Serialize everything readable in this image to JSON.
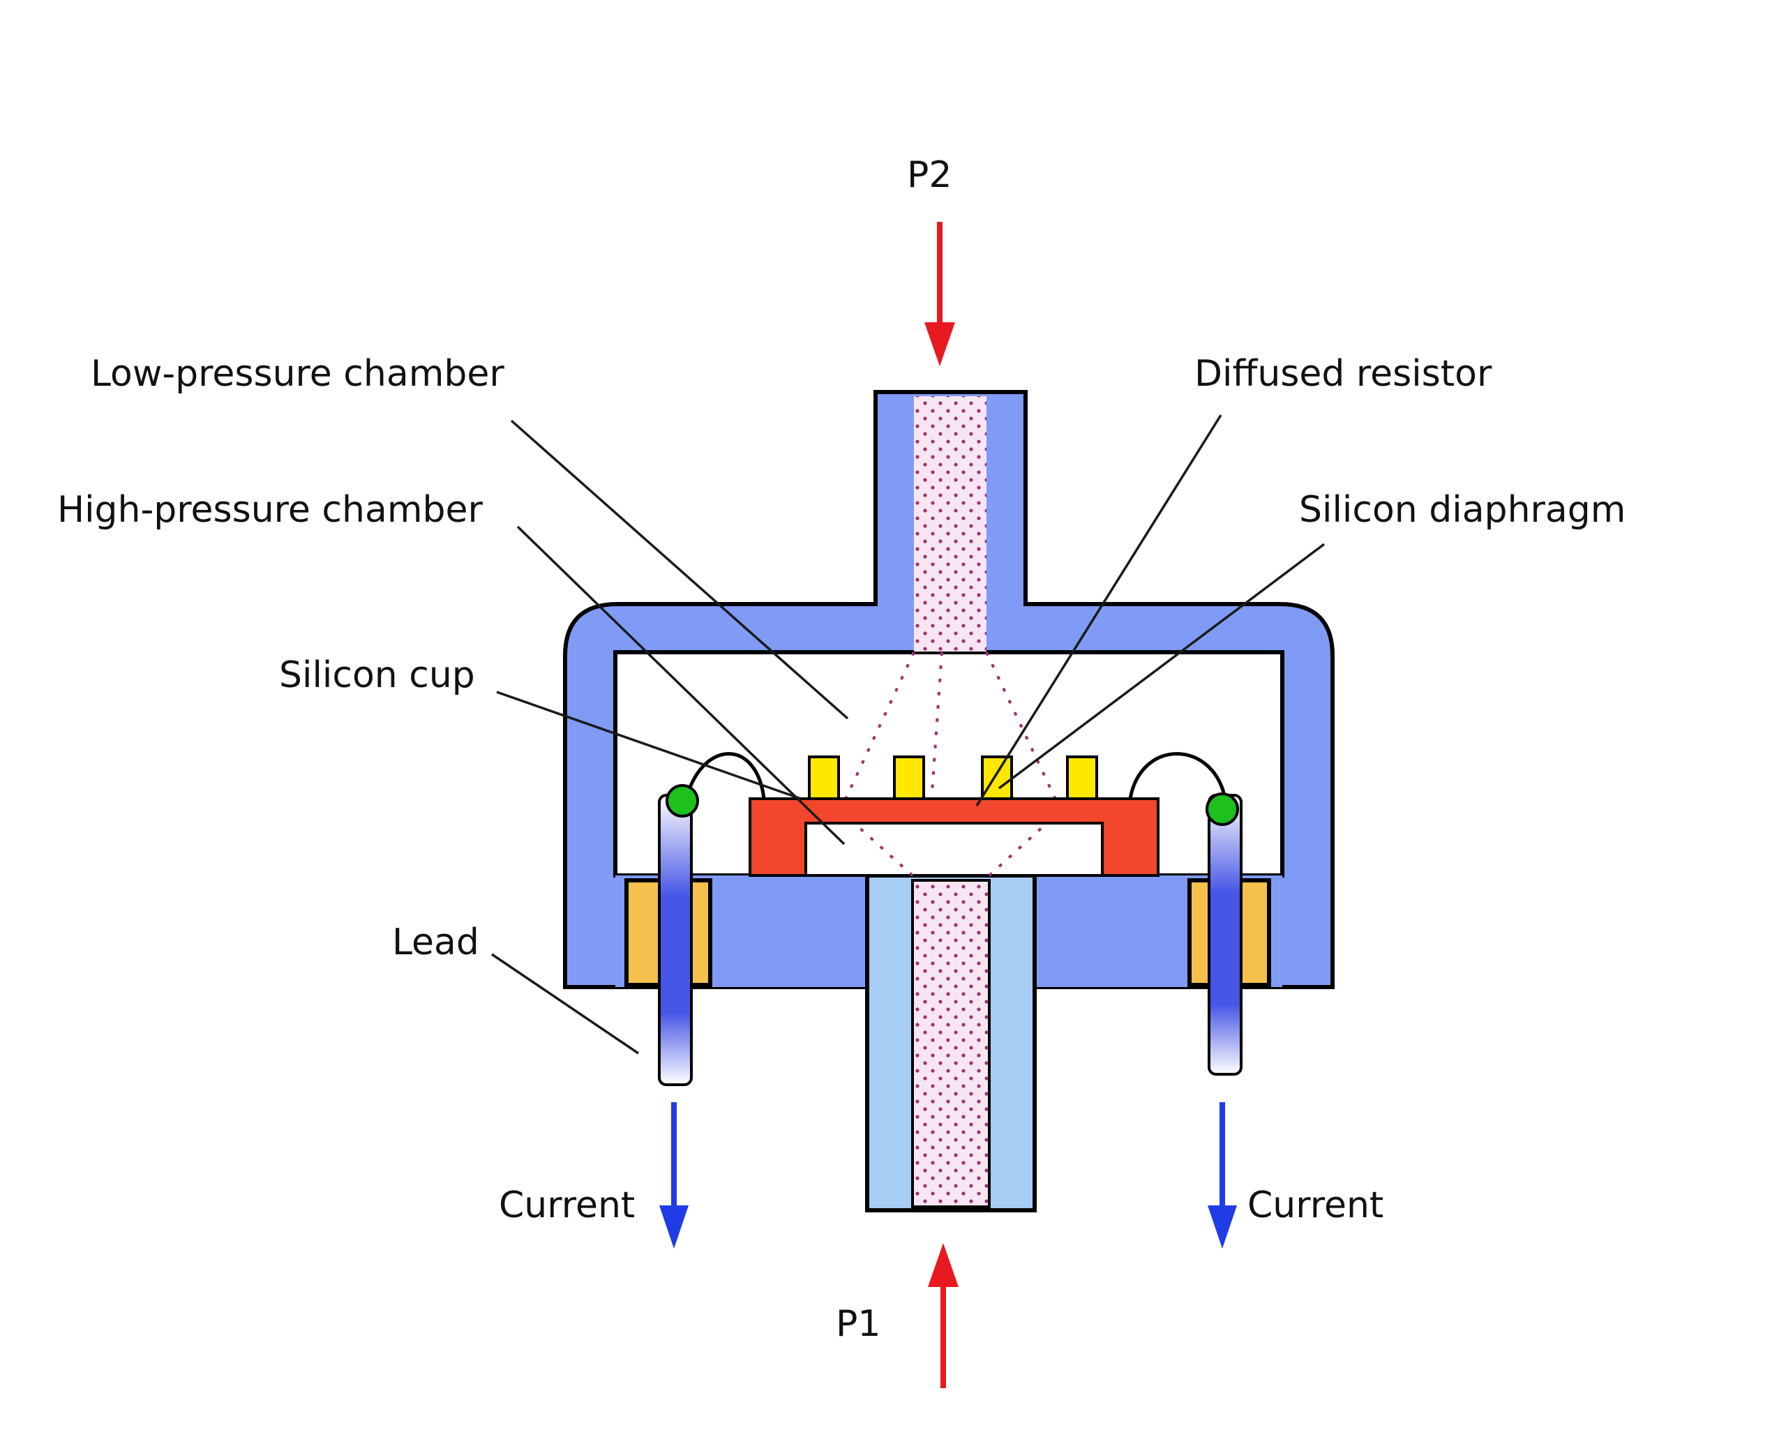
{
  "labels": {
    "p2": "P2",
    "p1": "P1",
    "low_pressure_chamber": "Low-pressure chamber",
    "high_pressure_chamber": "High-pressure chamber",
    "silicon_cup": "Silicon cup",
    "lead": "Lead",
    "diffused_resistor": "Diffused resistor",
    "silicon_diaphragm": "Silicon diaphragm",
    "current_left": "Current",
    "current_right": "Current"
  },
  "colors": {
    "housing": "#7f9bf5",
    "inlet_tube": "#a8cdf5",
    "pressure_medium": "#f7e6f2",
    "pressure_dots": "#a0306e",
    "silicon_cup": "#f2472c",
    "diffused_resistor": "#ffe800",
    "seal": "#f6c04c",
    "contact": "#1ec01e",
    "pressure_arrow": "#e8191f",
    "current_arrow": "#1f3ce6",
    "outline": "#000000"
  }
}
